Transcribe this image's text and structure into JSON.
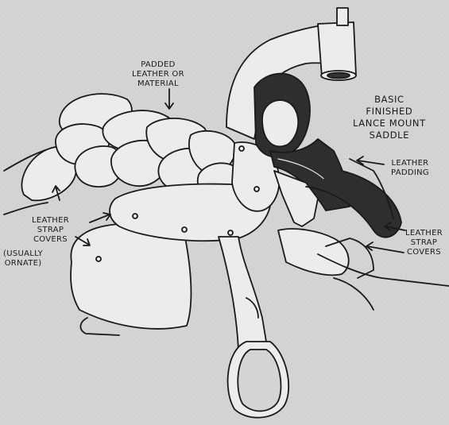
{
  "labels": {
    "padded": [
      "PADDED",
      "LEATHER OR",
      "MATERIAL"
    ],
    "title": [
      "BASIC",
      "FINISHED",
      "LANCE MOUNT",
      "SADDLE"
    ],
    "leather_padding": [
      "LEATHER",
      "PADDING"
    ],
    "strap_covers_left": [
      "LEATHER",
      "STRAP",
      "COVERS"
    ],
    "usually_ornate": [
      "(USUALLY",
      "ORNATE)"
    ],
    "strap_covers_right": [
      "LEATHER",
      "STRAP",
      "COVERS"
    ]
  },
  "colors": {
    "paper": "#d4d4d4",
    "ink": "#1a1a1a",
    "saddle_fill": "#ececec",
    "dark_padding": "#2e2e2e"
  }
}
